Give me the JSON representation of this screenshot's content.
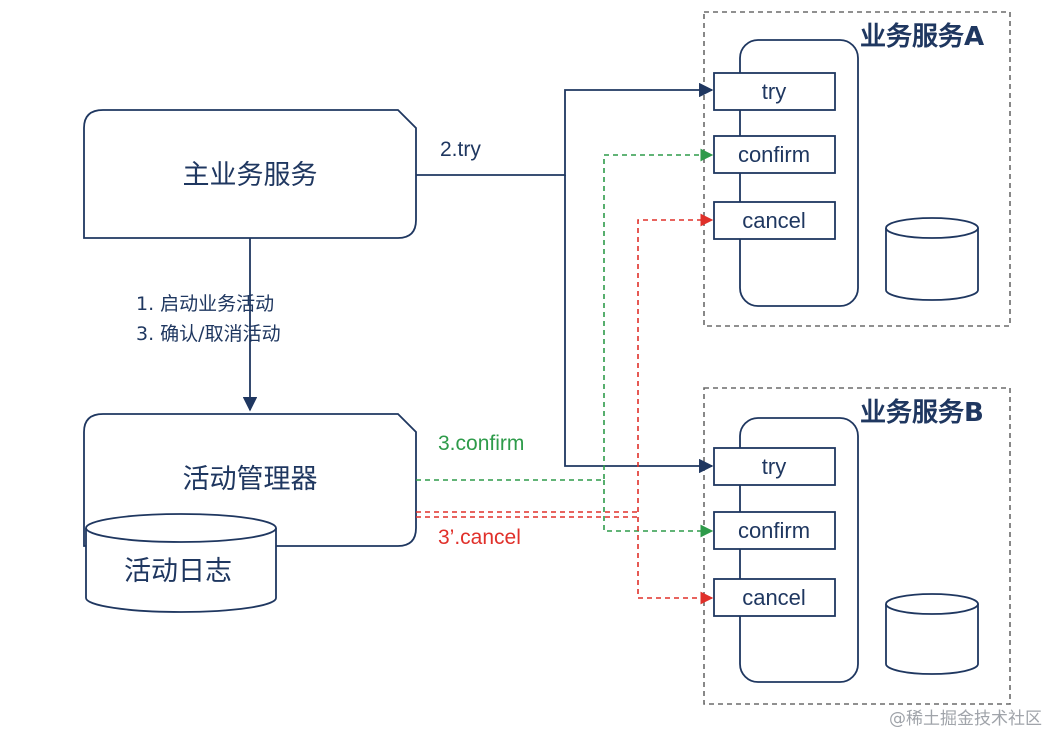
{
  "main_service": {
    "label": "主业务服务"
  },
  "activity_manager": {
    "label": "活动管理器"
  },
  "activity_log": {
    "label": "活动日志"
  },
  "steps": {
    "line1": "1. 启动业务活动",
    "line2": "3. 确认/取消活动"
  },
  "edge_labels": {
    "try": "2.try",
    "confirm": "3.confirm",
    "cancel": "3’.cancel"
  },
  "service_a": {
    "title": "业务服务A",
    "ops": [
      "try",
      "confirm",
      "cancel"
    ]
  },
  "service_b": {
    "title": "业务服务B",
    "ops": [
      "try",
      "confirm",
      "cancel"
    ]
  },
  "watermark": "@稀土掘金技术社区",
  "colors": {
    "navy": "#1f3760",
    "green": "#2e9b4a",
    "red": "#e0302a",
    "group_border": "#6b6b6b"
  }
}
